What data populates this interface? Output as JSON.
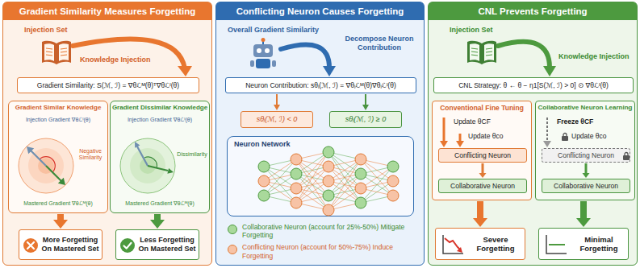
{
  "diagram": {
    "nodes": [
      {
        "text": [
          "Gradient Similarity Measures Forgetting",
          "Injection Set",
          "Knowledge Injection"
        ]
      },
      {
        "text": [
          "Gradient Similarity: S(ℳ, ℐ) = ∇θℒᴹ(θ)ᵀ∇θℒᴵ(θ)"
        ],
        "in": 0
      },
      {
        "text": [
          "Gradient Similar Knowledge",
          "Injection Gradient ∇θℒᴵ(θ)",
          "Negative Similarity",
          "Mastered Gradient ∇θℒᴹ(θ)"
        ],
        "in": 0
      },
      {
        "text": [
          "Gradient Dissimilar Knowledge",
          "Injection Gradient ∇θℒᴵ(θ)",
          "Dissimilarity",
          "Mastered Gradient ∇θℒᴹ(θ)"
        ],
        "in": 0
      },
      {
        "text": [
          "More Forgetting On Mastered Set"
        ],
        "in": 0
      },
      {
        "text": [
          "Less Forgetting On Mastered Set"
        ],
        "in": 0
      },
      {
        "text": [
          "Conflicting Neuron Causes Forgetting",
          "Overall Gradient Similarity",
          "Decompose Neuron Contribution"
        ]
      },
      {
        "text": [
          "Neuron Contribution: sθᵢ(ℳ, ℐ) = ∇θᵢℒᴹ(θ)∇θᵢℒᴵ(θ)"
        ],
        "in": 6
      },
      {
        "text": [
          "sθᵢ(ℳ, ℐ) < 0"
        ],
        "in": 6
      },
      {
        "text": [
          "sθᵢ(ℳ, ℐ) ≥ 0"
        ],
        "in": 6
      },
      {
        "text": [
          "Neuron Network"
        ],
        "in": 6
      },
      {
        "text": [
          "CNL Prevents Forgetting",
          "Injection Set",
          "Knowledge Injection"
        ]
      },
      {
        "text": [
          "CNL Strategy: θ ← θ − η1[S(ℳ, ℐ) > 0] ⊙ ∇θℒᴵ(θ)"
        ],
        "in": 11
      },
      {
        "text": [
          "Conventional Fine Tuning",
          "Update θCF",
          "Update θco"
        ],
        "in": 11
      },
      {
        "text": [
          "Conflicting Neuron"
        ],
        "in": 13
      },
      {
        "text": [
          "Collaborative Neuron"
        ],
        "in": 13
      },
      {
        "text": [
          "Collaborative Neuron Learning",
          "Freeze θCF",
          "Update θco"
        ],
        "in": 11
      },
      {
        "text": [
          "Conflicting Neuron"
        ],
        "in": 16
      },
      {
        "text": [
          "Collaborative Neuron"
        ],
        "in": 16
      },
      {
        "text": [
          "Severe Forgetting"
        ],
        "in": 11
      },
      {
        "text": [
          "Minimal Forgetting"
        ],
        "in": 11
      }
    ],
    "edges": [
      {
        "from": 2,
        "to": 4,
        "arrow": "to"
      },
      {
        "from": 3,
        "to": 5,
        "arrow": "to"
      },
      {
        "from": 7,
        "to": 8,
        "arrow": "to"
      },
      {
        "from": 7,
        "to": 9,
        "arrow": "to"
      },
      {
        "from": 14,
        "to": 15,
        "arrow": "to"
      },
      {
        "from": 13,
        "to": 19,
        "arrow": "to"
      },
      {
        "from": 17,
        "to": 18,
        "arrow": "to"
      },
      {
        "from": 16,
        "to": 20,
        "arrow": "to"
      }
    ],
    "legend": [
      {
        "text": "Collaborative Neuron (account for 25%-50%) Mitigate Forgetting",
        "color": "#a9d99b"
      },
      {
        "text": "Conflicting Neuron (account for 50%-75%) Induce Forgetting",
        "color": "#f7c3a6"
      }
    ]
  }
}
